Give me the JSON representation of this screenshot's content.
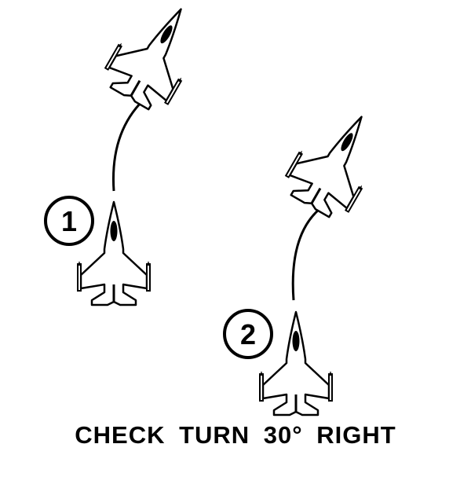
{
  "caption": "CHECK TURN 30° RIGHT",
  "steps": [
    {
      "number": "1",
      "label_icon": "circled-number",
      "heading_change_deg": 30
    },
    {
      "number": "2",
      "label_icon": "circled-number",
      "heading_change_deg": 30
    }
  ],
  "colors": {
    "ink": "#000000",
    "background": "#ffffff"
  }
}
